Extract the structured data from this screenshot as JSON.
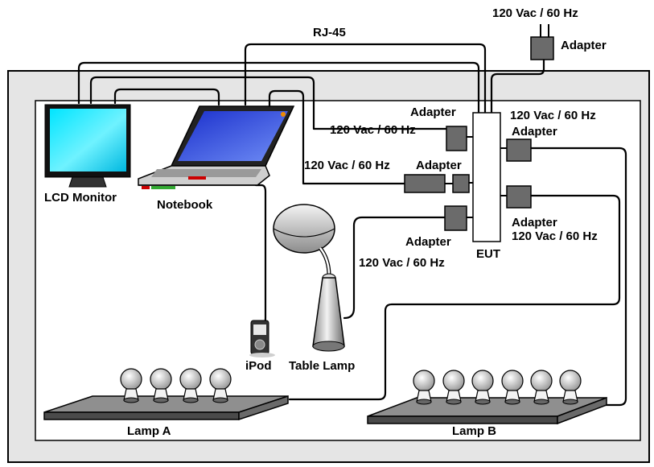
{
  "labels": {
    "power_top": "120 Vac / 60 Hz",
    "adapter_top": "Adapter",
    "rj45": "RJ-45",
    "adapter_left_top": "Adapter",
    "power_left_top": "120 Vac / 60 Hz",
    "power_right_top": "120 Vac / 60 Hz",
    "adapter_right_top": "Adapter",
    "power_mid_left": "120 Vac / 60 Hz",
    "adapter_mid_left": "Adapter",
    "adapter_right_bottom": "Adapter",
    "power_right_bottom": "120 Vac / 60 Hz",
    "adapter_left_bottom": "Adapter",
    "power_left_bottom": "120 Vac / 60 Hz",
    "eut": "EUT",
    "lcd_monitor": "LCD Monitor",
    "notebook": "Notebook",
    "ipod": "iPod",
    "table_lamp": "Table Lamp",
    "lamp_a": "Lamp A",
    "lamp_b": "Lamp B"
  }
}
